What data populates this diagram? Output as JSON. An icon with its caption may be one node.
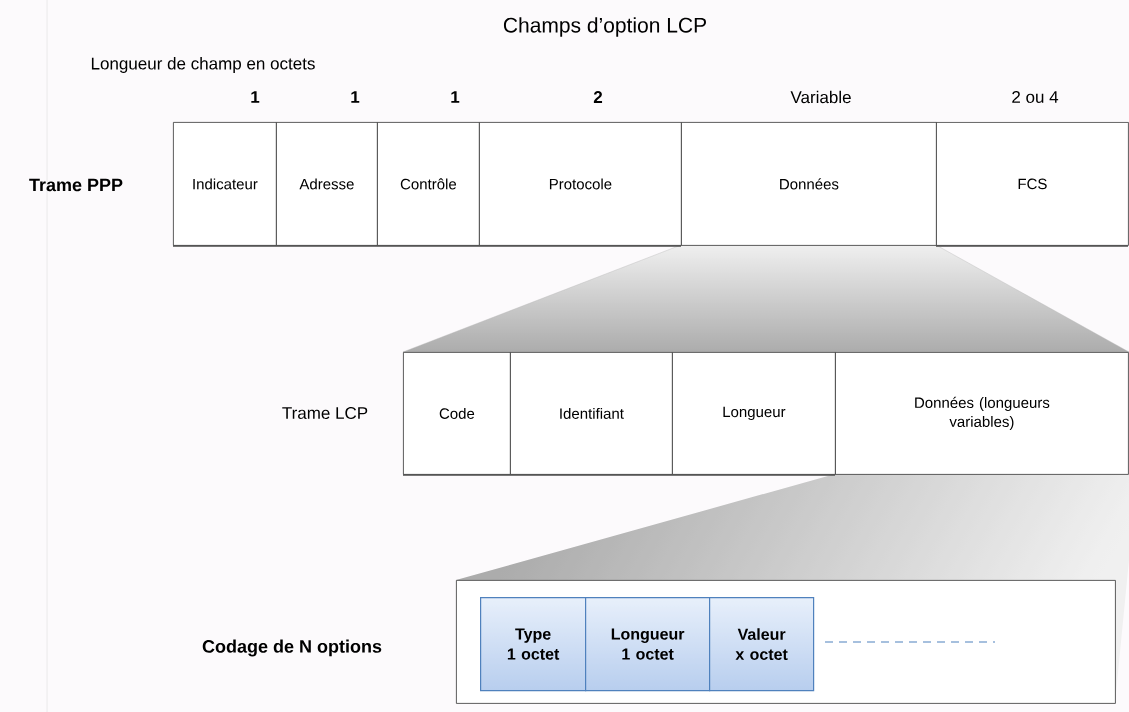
{
  "diagram": {
    "title": "Champs d’option LCP",
    "nodes": [
      {
        "text": [
          "Indicateur"
        ]
      },
      {
        "text": [
          "Adresse"
        ]
      },
      {
        "text": [
          "Contrôle"
        ]
      },
      {
        "text": [
          "Protocole"
        ]
      },
      {
        "text": [
          "Données"
        ]
      },
      {
        "text": [
          "FCS"
        ]
      },
      {
        "text": [
          "Code"
        ]
      },
      {
        "text": [
          "Identifiant"
        ]
      },
      {
        "text": [
          "Longueur"
        ]
      },
      {
        "text": [
          "Données (longueurs variables)"
        ]
      },
      {
        "text": [],
        "shape": "box"
      },
      {
        "text": [
          "Type",
          "1 octet"
        ],
        "in": 10
      },
      {
        "text": [
          "Longueur",
          "1 octet"
        ],
        "in": 10
      },
      {
        "text": [
          "Valeur",
          "x octet"
        ],
        "in": 10
      }
    ],
    "labels": [
      "Longueur de champ en octets",
      "1",
      "1",
      "1",
      "2",
      "Variable",
      "2 ou 4",
      "Trame PPP",
      "Trame LCP",
      "Codage de N options"
    ]
  }
}
